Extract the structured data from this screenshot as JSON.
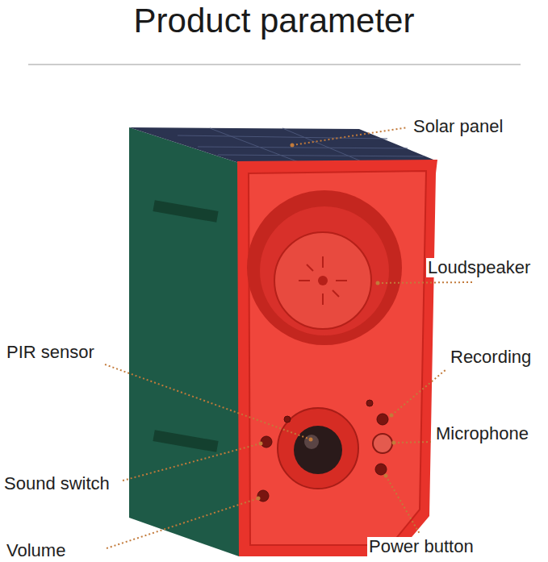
{
  "diagram": {
    "title": "Product parameter",
    "labels": [
      "Solar panel",
      "Loudspeaker",
      "PIR sensor",
      "Recording",
      "Microphone",
      "Sound switch",
      "Volume",
      "Power button"
    ]
  }
}
